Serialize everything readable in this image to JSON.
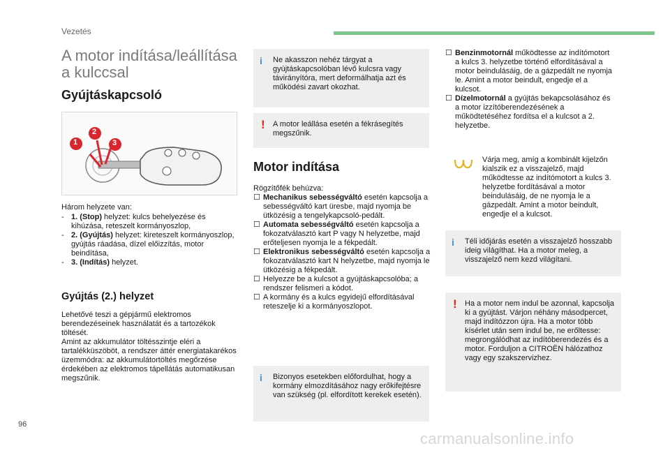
{
  "header": {
    "section": "Vezetés"
  },
  "page_number": "96",
  "watermark": "carmanualsonline.info",
  "col1": {
    "title_line1": "A motor indítása/leállítása",
    "title_line2": "a kulccsal",
    "subtitle": "Gyújtáskapcsoló",
    "figure_labels": [
      "1",
      "2",
      "3"
    ],
    "positions_intro": "Három helyzete van:",
    "positions": [
      {
        "label": "1. (Stop)",
        "text": " helyzet: kulcs behelyezése és kihúzása, reteszelt kormányoszlop,"
      },
      {
        "label": "2. (Gyújtás)",
        "text": " helyzet: kireteszelt kormányoszlop, gyújtás ráadása, dízel előizzítás, motor beindítása,"
      },
      {
        "label": "3. (Indítás)",
        "text": " helyzet."
      }
    ],
    "ign_title": "Gyújtás (2.) helyzet",
    "ign_p1": "Lehetővé teszi a gépjármű elektromos berendezéseinek használatát és a tartozékok töltését.",
    "ign_p2": "Amint az akkumulátor töltésszintje eléri a tartalékküszöböt, a rendszer áttér energiatakarékos üzemmódra: az akkumulátortöltés megőrzése érdekében az elektromos tápellátás automatikusan megszűnik."
  },
  "col2": {
    "box_info": "Ne akasszon nehéz tárgyat a gyújtáskapcsolóban lévő kulcsra vagy távirányítóra, mert deformálhatja azt és működési zavart okozhat.",
    "box_warn": "A motor leállása esetén a fékrásegítés megszűnik.",
    "start_title": "Motor indítása",
    "start_intro": "Rögzítőfék behúzva:",
    "start_items": [
      {
        "label": "Mechanikus sebességváltó",
        "text": " esetén kapcsolja a sebességváltó kart üresbe, majd nyomja be ütközésig a tengelykapcsoló-pedált."
      },
      {
        "label": "Automata sebességváltó",
        "text": " esetén kapcsolja a fokozatválasztó kart P vagy N helyzetbe, majd erőteljesen nyomja le a fékpedált."
      },
      {
        "label": "Elektronikus sebességváltó",
        "text": " esetén kapcsolja a fokozatválasztó kart N helyzetbe, majd nyomja le ütközésig a fékpedált."
      },
      {
        "label": "",
        "text": "Helyezze be a kulcsot a gyújtáskapcsolóba; a rendszer felismeri a kódot."
      },
      {
        "label": "",
        "text": "A kormány és a kulcs egyidejű elfordításával reteszelje ki a kormányoszlopot."
      }
    ],
    "box_info2": "Bizonyos esetekben előfordulhat, hogy a kormány elmozdításához nagy erőkifejtésre van szükség (pl. elfordított kerekek esetén)."
  },
  "col3": {
    "items": [
      {
        "label": "Benzinmotornál",
        "text": " működtesse az indítómotort a kulcs 3. helyzetbe történő elfordításával a motor beindulásáig, de a gázpedált ne nyomja le. Amint a motor beindult, engedje el a kulcsot."
      },
      {
        "label": "Dízelmotornál",
        "text": " a gyújtás bekapcsolásához és a motor izzítóberendezésének a működtetéséhez fordítsa el a kulcsot a 2. helyzetbe."
      }
    ],
    "lamp_text": "Várja meg, amíg a kombinált kijelzőn kialszik ez a visszajelző, majd működtesse az indítómotort a kulcs 3. helyzetbe fordításával a motor beindulásáig, de ne nyomja le a gázpedált. Amint a motor beindult, engedje el a kulcsot.",
    "box_info": "Téli időjárás esetén a visszajelző hosszabb ideig világíthat. Ha a motor meleg, a visszajelző nem kezd világítani.",
    "box_warn": "Ha a motor nem indul be azonnal, kapcsolja ki a gyújtást. Várjon néhány másodpercet, majd indítózzon újra. Ha a motor több kísérlet után sem indul be, ne erőltesse: megrongálódhat az indítóberendezés és a motor. Forduljon a CITROËN hálózathoz vagy egy szakszervizhez."
  },
  "colors": {
    "accent_green": "#7ec68f",
    "info_blue": "#4a8fd6",
    "warn_red": "#e2231a",
    "box_gray": "#eeeeee",
    "figure_red": "#d9262e"
  }
}
